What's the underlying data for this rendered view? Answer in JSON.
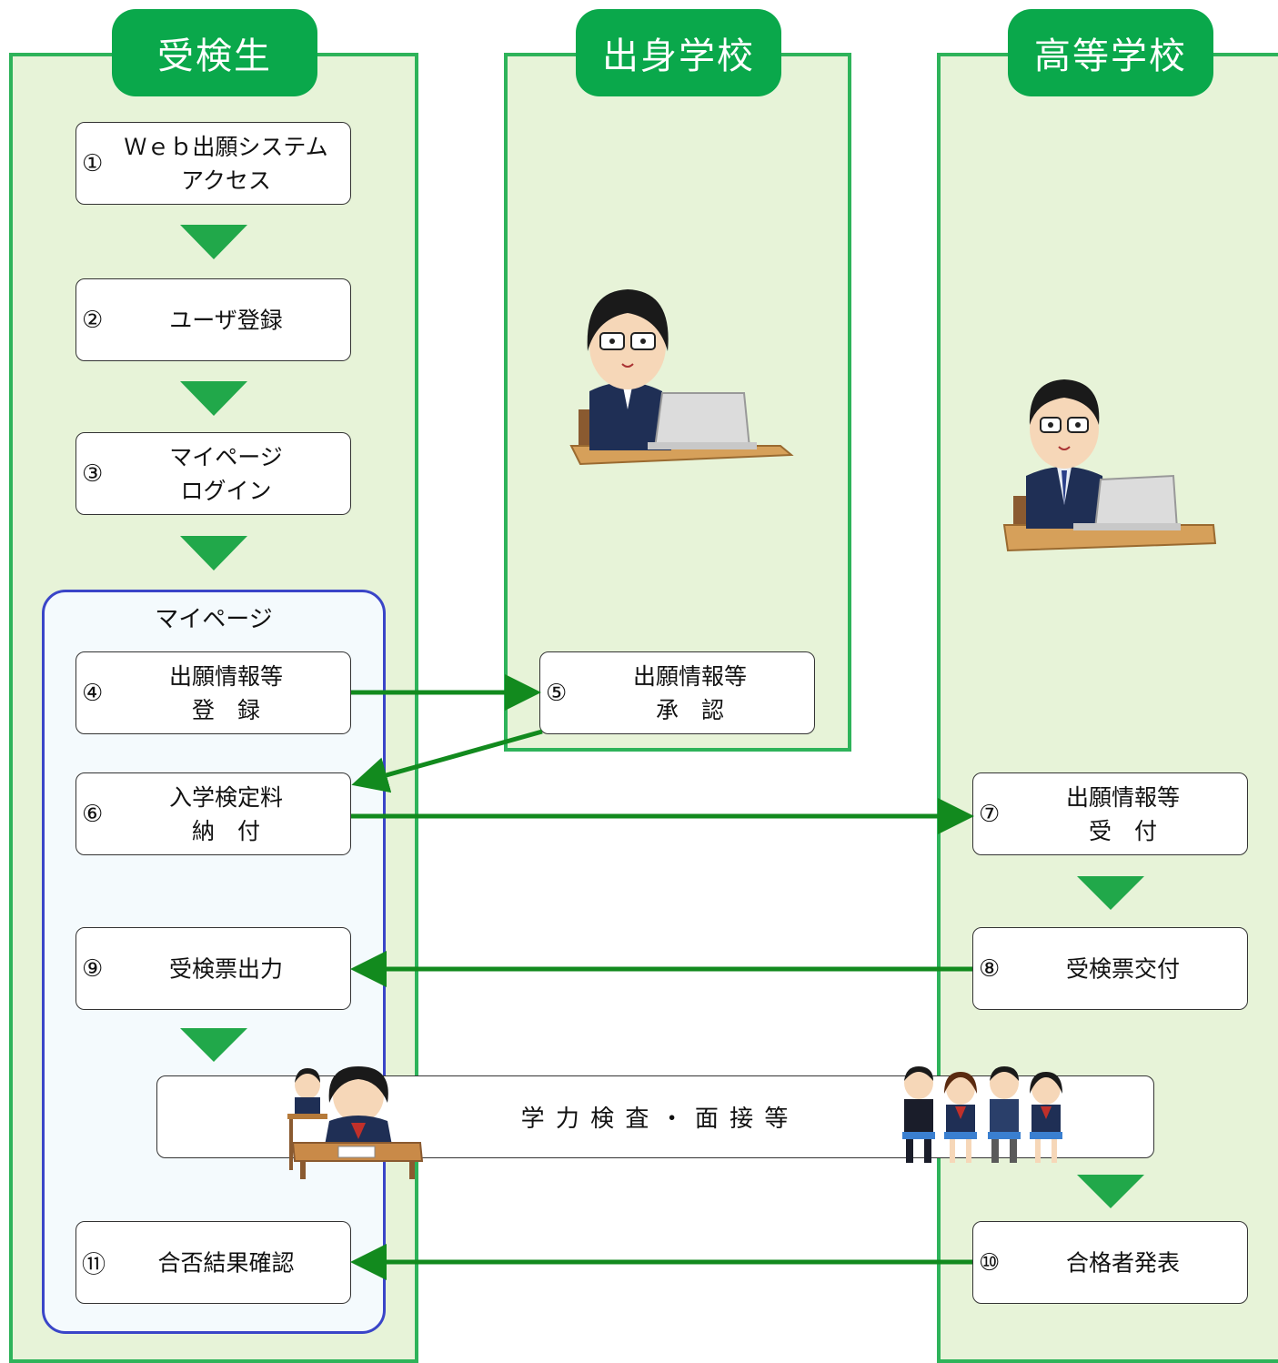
{
  "lanes": {
    "student": "受検生",
    "origin_school": "出身学校",
    "high_school": "高等学校"
  },
  "mypage_title": "マイページ",
  "steps": {
    "s1": {
      "num": "①",
      "label": "Ｗｅｂ出願システム\nアクセス"
    },
    "s2": {
      "num": "②",
      "label": "ユーザ登録"
    },
    "s3": {
      "num": "③",
      "label": "マイページ\nログイン"
    },
    "s4": {
      "num": "④",
      "label": "出願情報等\n登　録"
    },
    "s5": {
      "num": "⑤",
      "label": "出願情報等\n承　認"
    },
    "s6": {
      "num": "⑥",
      "label": "入学検定料\n納　付"
    },
    "s7": {
      "num": "⑦",
      "label": "出願情報等\n受　付"
    },
    "s8": {
      "num": "⑧",
      "label": "受検票交付"
    },
    "s9": {
      "num": "⑨",
      "label": "受検票出力"
    },
    "s10": {
      "num": "⑩",
      "label": "合格者発表"
    },
    "s11": {
      "num": "⑪",
      "label": "合否結果確認"
    }
  },
  "exam_label": "学 力 検 査 ・ 面 接 等",
  "colors": {
    "lane_fill": "#e7f3d8",
    "lane_border": "#2eb35a",
    "header_fill": "#0aa84b",
    "arrow": "#128a1e",
    "down_triangle": "#21a84a",
    "mypage_border": "#3a45c8"
  },
  "icons": [
    "teacher-laptop-icon",
    "teacher-laptop-icon",
    "students-exam-icon",
    "students-interview-icon"
  ]
}
